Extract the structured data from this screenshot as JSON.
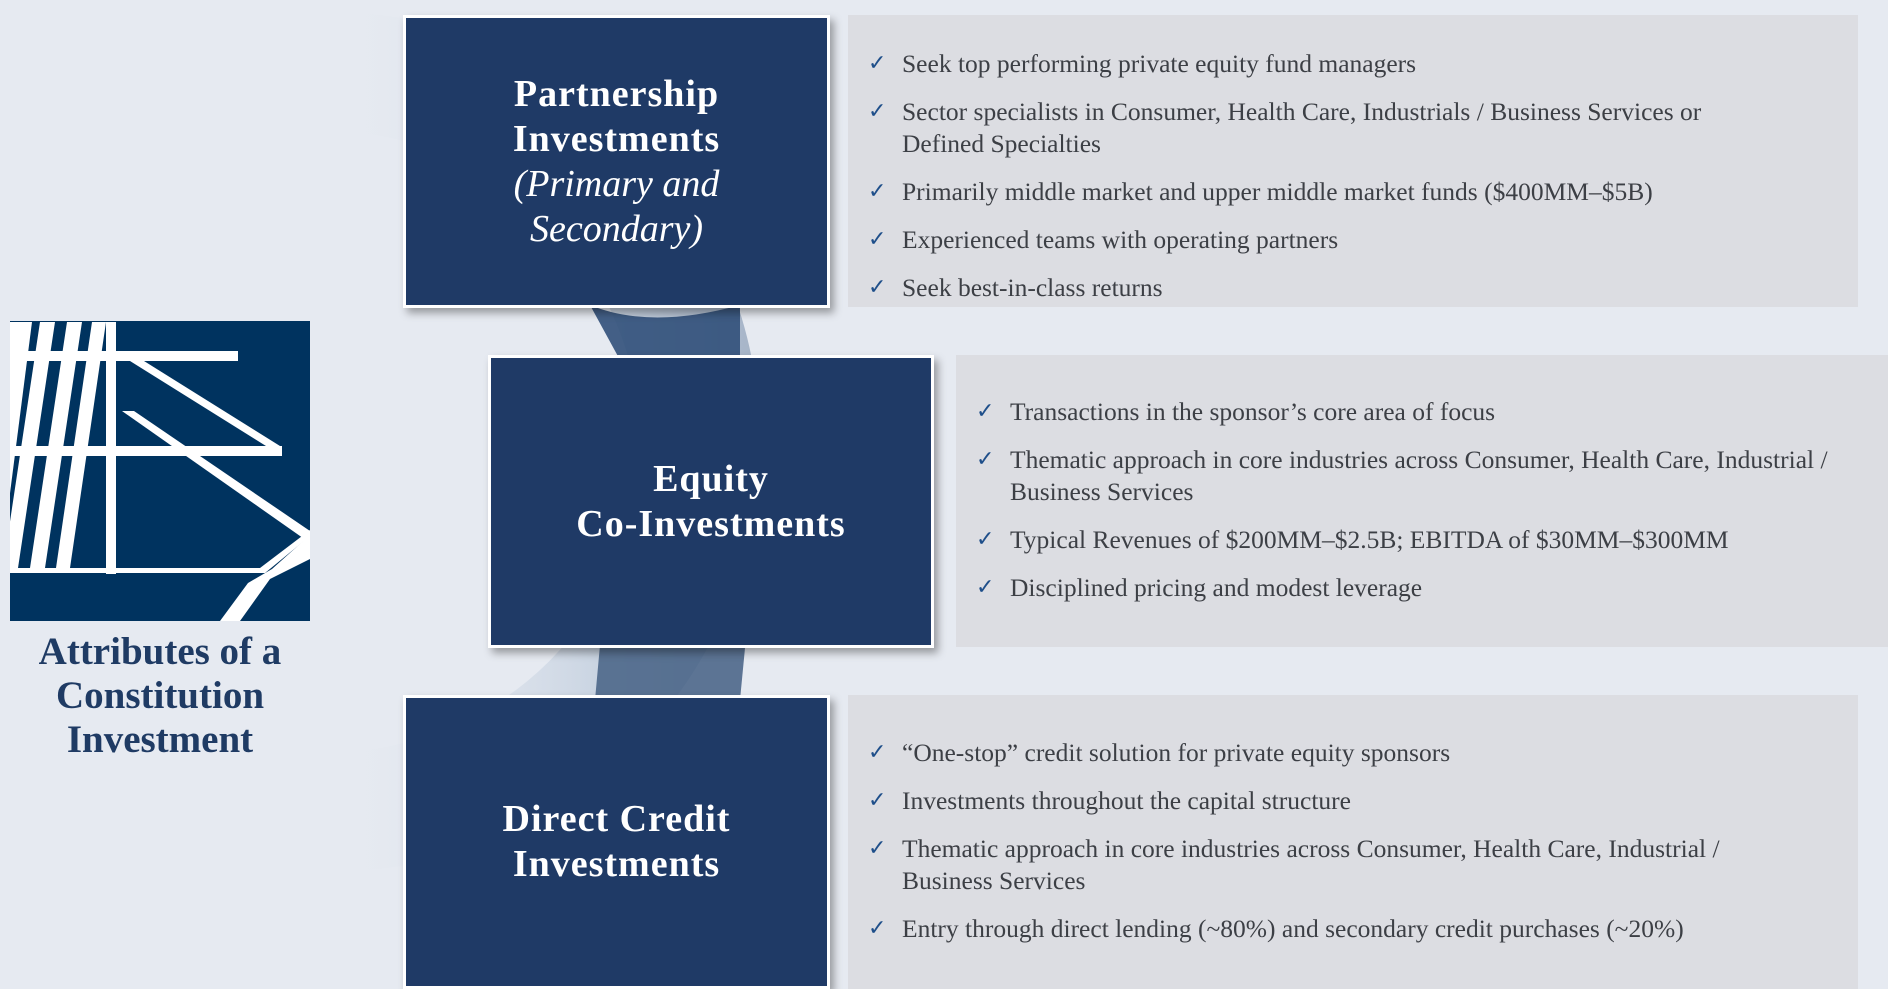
{
  "side": {
    "title_lines": [
      "Attributes of a",
      "Constitution",
      "Investment"
    ]
  },
  "colors": {
    "box_fill": "#1f3a66",
    "panel_fill": "#dcdde2",
    "background": "#e6eaf1",
    "check": "#1f4f8a",
    "title": "#1f3b64"
  },
  "icons": {
    "check": "check-icon",
    "logo": "constitution-logo"
  },
  "sections": [
    {
      "title_lines": [
        "Partnership",
        "Investments"
      ],
      "subtitle_lines": [
        "(Primary and",
        "Secondary)"
      ],
      "bullets": [
        "Seek top performing private equity fund managers",
        "Sector specialists in Consumer, Health Care, Industrials / Business Services or Defined Specialties",
        "Primarily middle market and upper middle market funds ($400MM–$5B)",
        "Experienced teams with operating partners",
        "Seek best-in-class returns"
      ]
    },
    {
      "title_lines": [
        "Equity",
        "Co-Investments"
      ],
      "bullets": [
        "Transactions in the sponsor’s core area of focus",
        "Thematic approach in core industries across Consumer, Health Care, Industrial / Business Services",
        "Typical Revenues of $200MM–$2.5B; EBITDA of $30MM–$300MM",
        "Disciplined pricing and modest leverage"
      ]
    },
    {
      "title_lines": [
        "Direct Credit",
        "Investments"
      ],
      "bullets": [
        "“One-stop” credit solution for private equity sponsors",
        "Investments throughout the capital structure",
        "Thematic approach in core industries across Consumer, Health Care, Industrial / Business Services",
        "Entry through direct lending (~80%) and secondary credit purchases (~20%)"
      ]
    }
  ]
}
